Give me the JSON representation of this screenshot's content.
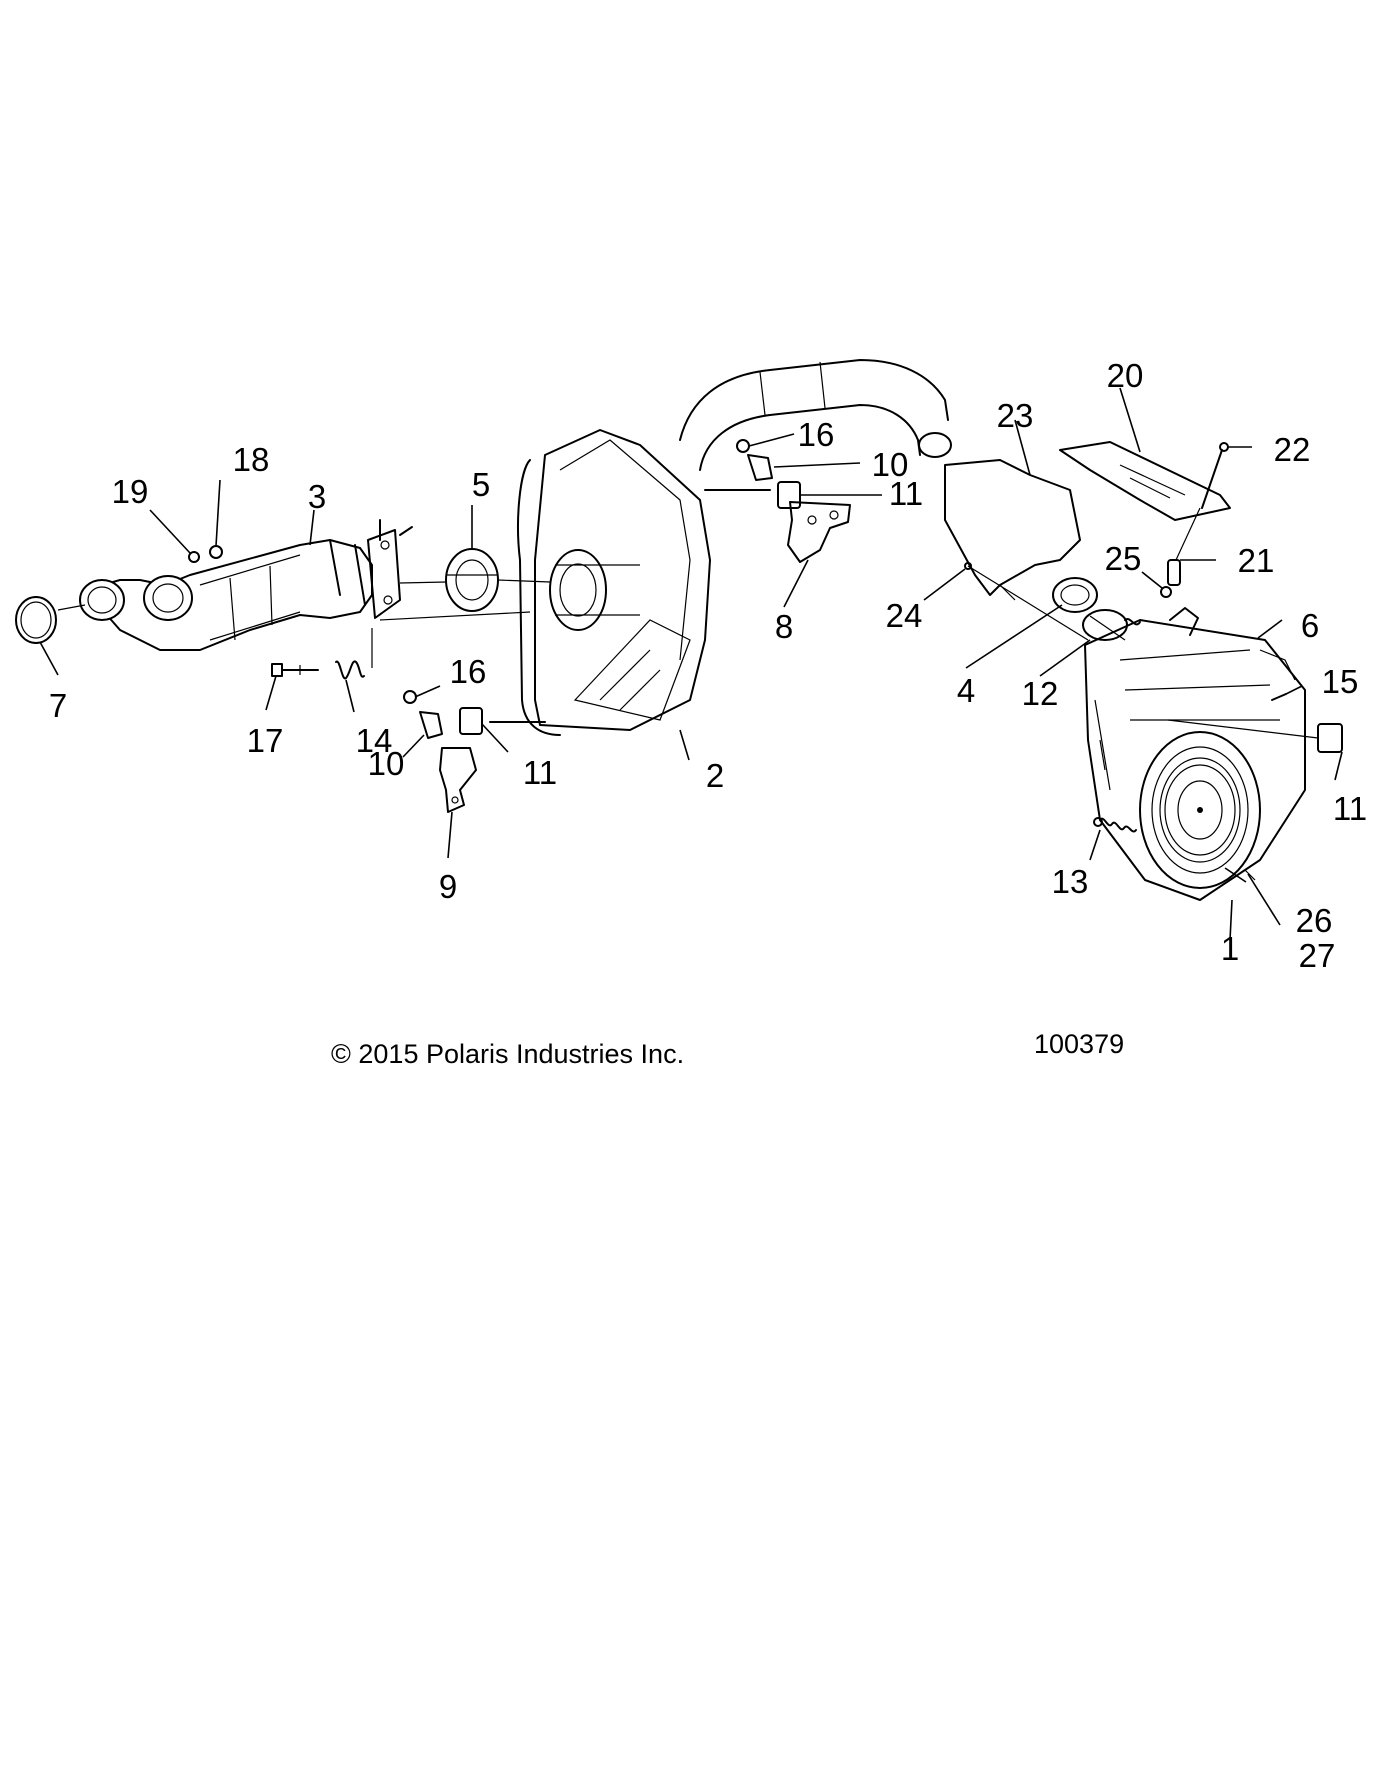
{
  "callouts": [
    {
      "id": "1",
      "label": "1"
    },
    {
      "id": "2",
      "label": "2"
    },
    {
      "id": "3",
      "label": "3"
    },
    {
      "id": "4",
      "label": "4"
    },
    {
      "id": "5",
      "label": "5"
    },
    {
      "id": "6",
      "label": "6"
    },
    {
      "id": "7",
      "label": "7"
    },
    {
      "id": "8",
      "label": "8"
    },
    {
      "id": "9",
      "label": "9"
    },
    {
      "id": "10a",
      "label": "10"
    },
    {
      "id": "10b",
      "label": "10"
    },
    {
      "id": "11a",
      "label": "11"
    },
    {
      "id": "11b",
      "label": "11"
    },
    {
      "id": "11c",
      "label": "11"
    },
    {
      "id": "12",
      "label": "12"
    },
    {
      "id": "13",
      "label": "13"
    },
    {
      "id": "14",
      "label": "14"
    },
    {
      "id": "15",
      "label": "15"
    },
    {
      "id": "16a",
      "label": "16"
    },
    {
      "id": "16b",
      "label": "16"
    },
    {
      "id": "17",
      "label": "17"
    },
    {
      "id": "18",
      "label": "18"
    },
    {
      "id": "19",
      "label": "19"
    },
    {
      "id": "20",
      "label": "20"
    },
    {
      "id": "21",
      "label": "21"
    },
    {
      "id": "22",
      "label": "22"
    },
    {
      "id": "23",
      "label": "23"
    },
    {
      "id": "24",
      "label": "24"
    },
    {
      "id": "25",
      "label": "25"
    },
    {
      "id": "26",
      "label": "26"
    },
    {
      "id": "27",
      "label": "27"
    }
  ],
  "footer": {
    "copyright": "© 2015 Polaris Industries Inc.",
    "drawing_number": "100379"
  }
}
